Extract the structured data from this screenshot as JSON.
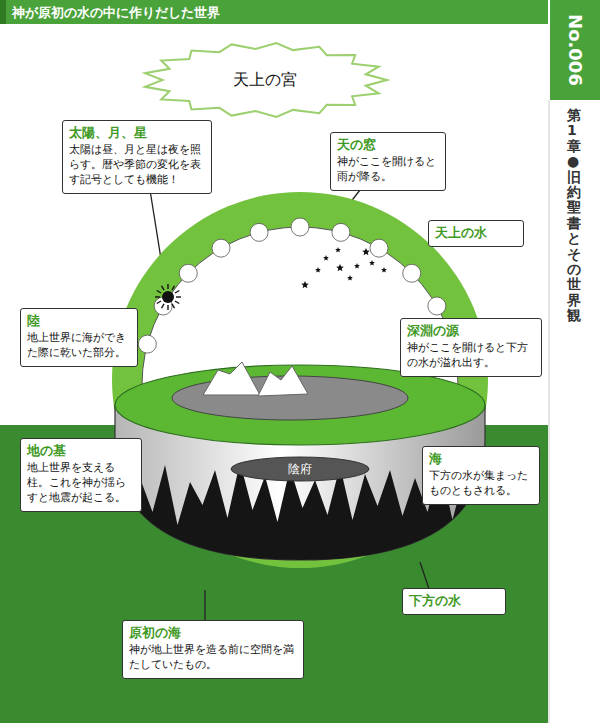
{
  "diagram": {
    "title": "神が原初の水の中に作りだした世界",
    "nodes": [
      {
        "text": [
          "天上の宮"
        ]
      },
      {
        "text": [
          "太陽、月、星",
          "太陽は昼、月と星は夜を照らす。暦や季節の変化を表す記号としても機能！"
        ]
      },
      {
        "text": [
          "天の窓",
          "神がここを開けると雨が降る。"
        ]
      },
      {
        "text": [
          "天上の水"
        ]
      },
      {
        "text": [
          "陸",
          "地上世界に海ができた際に乾いた部分。"
        ]
      },
      {
        "text": [
          "深淵の源",
          "神がここを開けると下方の水が溢れ出す。"
        ]
      },
      {
        "text": [
          "陰府"
        ]
      },
      {
        "text": [
          "地の基",
          "地上世界を支える柱。これを神が揺らすと地震が起こる。"
        ]
      },
      {
        "text": [
          "海",
          "下方の水が集まったものともされる。"
        ]
      },
      {
        "text": [
          "下方の水"
        ]
      },
      {
        "text": [
          "原初の海",
          "神が地上世界を造る前に空間を満たしていたもの。"
        ]
      }
    ],
    "labels": [
      "No.006",
      "第1章●旧約聖書とその世界観"
    ]
  }
}
